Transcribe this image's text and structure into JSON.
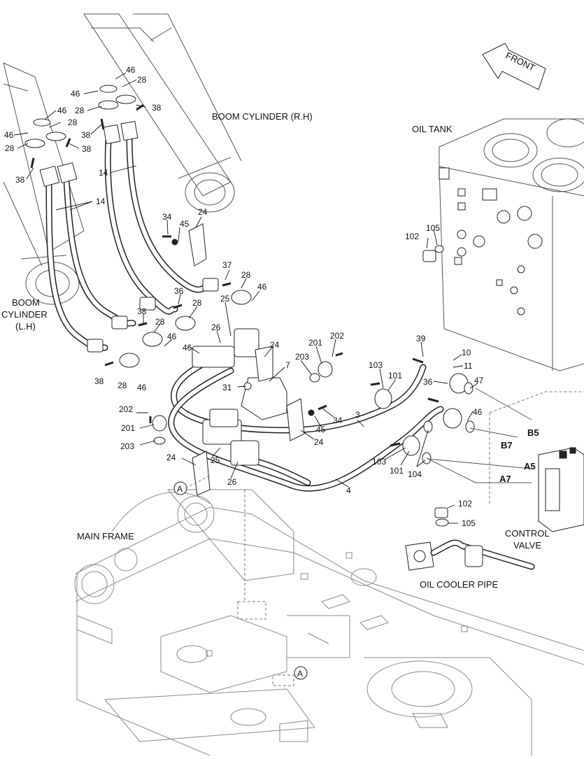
{
  "labels": {
    "boom_cylinder_rh": "BOOM CYLINDER (R.H)",
    "boom_cylinder_lh_1": "BOOM",
    "boom_cylinder_lh_2": "CYLINDER",
    "boom_cylinder_lh_3": "(L.H)",
    "oil_tank": "OIL TANK",
    "front": "FRONT",
    "main_frame": "MAIN FRAME",
    "control_valve_1": "CONTROL",
    "control_valve_2": "VALVE",
    "oil_cooler_pipe": "OIL COOLER PIPE",
    "ref_a": "A"
  },
  "ports": {
    "b5": "B5",
    "b7": "B7",
    "a5": "A5",
    "a7": "A7"
  },
  "callouts": {
    "c46": "46",
    "c28": "28",
    "c38": "38",
    "c14": "14",
    "c24": "24",
    "c34": "34",
    "c45": "45",
    "c37": "37",
    "c36": "36",
    "c25": "25",
    "c26": "26",
    "c7": "7",
    "c31": "31",
    "c201": "201",
    "c202": "202",
    "c203": "203",
    "c3": "3",
    "c4": "4",
    "c39": "39",
    "c10": "10",
    "c11": "11",
    "c47": "47",
    "c103": "103",
    "c101": "101",
    "c104": "104",
    "c102": "102",
    "c105": "105"
  }
}
